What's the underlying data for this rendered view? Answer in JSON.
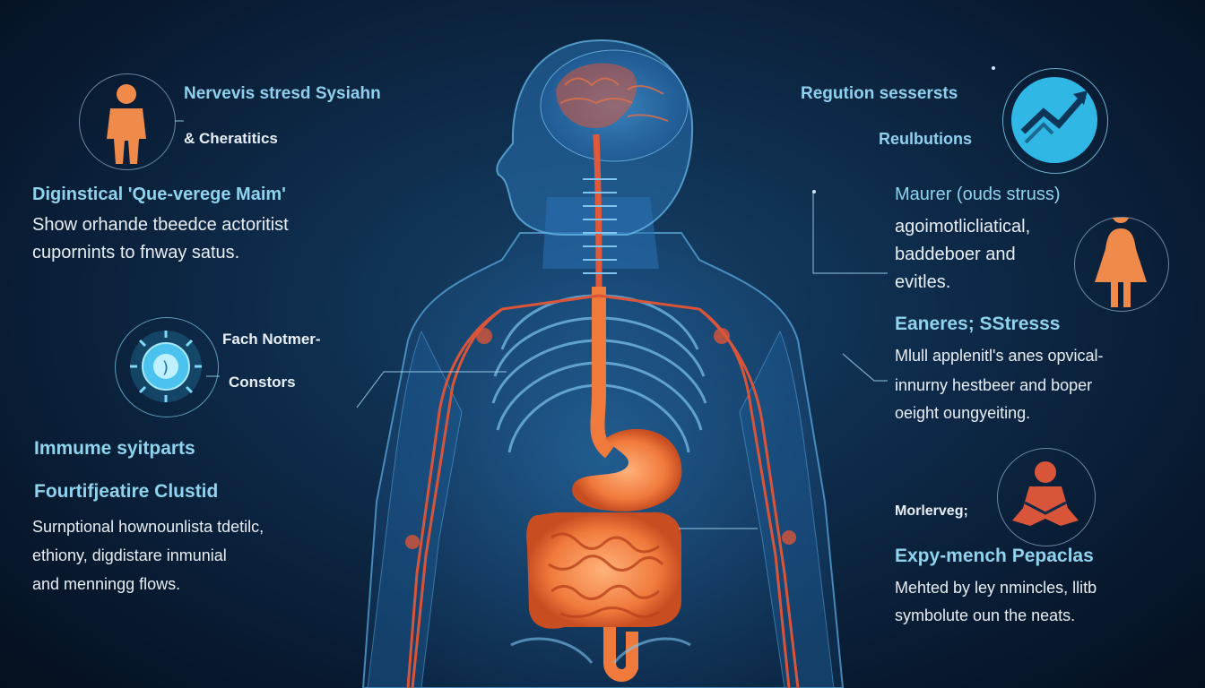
{
  "left": {
    "nervous_title": "Nervevis stresd Sysiahn",
    "nervous_sub": "& Cheratitics",
    "diag_title": "Diginstical 'Que-verege Maim'",
    "diag_body_1": "Show orhande tbeedce actoritist",
    "diag_body_2": "cupornints to fnway satus.",
    "fach_title": "Fach Notmer-",
    "fach_sub": "Constors",
    "immune_title": "Immume syitparts",
    "fount_title": "Fourtifjeatire Clustid",
    "fount_body_1": "Surnptional hownounlista tdetilc,",
    "fount_body_2": "ethiony, digdistare inmunial",
    "fount_body_3": "and menningg flows."
  },
  "right": {
    "reg_title": "Regution sessersts",
    "reg_sub": "Reulbutions",
    "maurer_title": "Maurer (ouds struss)",
    "maurer_body_1": "agoimotlicliatical,",
    "maurer_body_2": "baddeboer and",
    "maurer_body_3": "evitles.",
    "eaneres_title": "Eaneres; SStresss",
    "eaneres_body_1": "Mlull applenitl's anes opvical-",
    "eaneres_body_2": "innurny hestbeer and boper",
    "eaneres_body_3": "oeight oungyeiting.",
    "morlerveg": "Morlerveg;",
    "expy_title": "Expy-mench Pepaclas",
    "expy_body_1": "Mehted by ley nmincles, llitb",
    "expy_body_2": "symbolute oun the neats."
  },
  "icons": {
    "person": "person-icon",
    "virus": "virus-icon",
    "trend": "trend-arrow-icon",
    "woman": "woman-icon",
    "meditation": "meditation-icon"
  },
  "colors": {
    "accent_orange": "#f08a4b",
    "accent_cyan": "#8fd3ee",
    "body_blue": "#3a8fd0",
    "nerve_red": "#d9553a"
  }
}
